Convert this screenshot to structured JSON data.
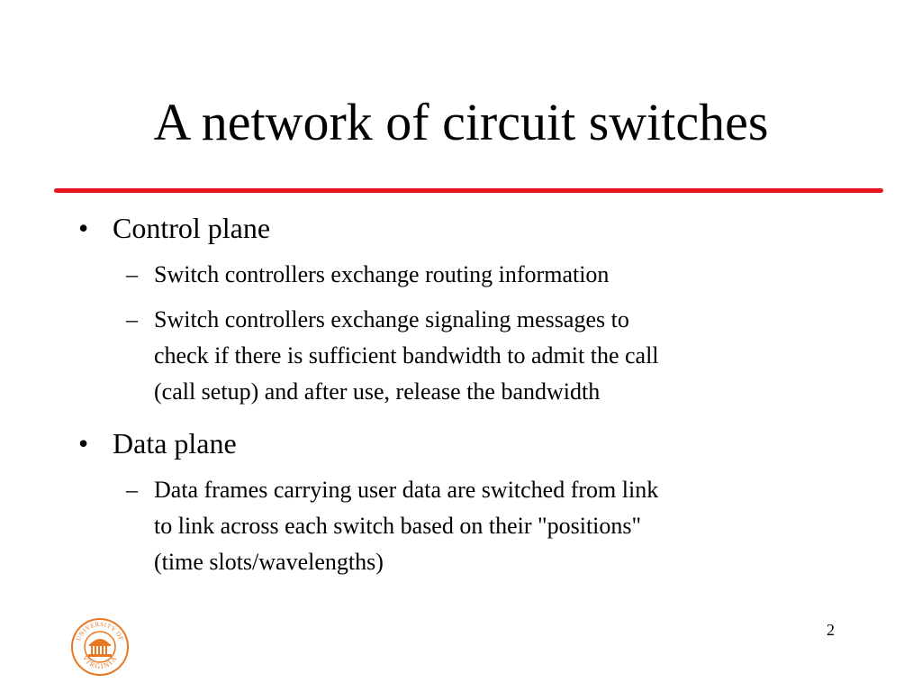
{
  "slide": {
    "title": "A network of circuit switches",
    "accent_color": "#e8141b",
    "bullets": [
      {
        "label": "Control plane",
        "subitems": [
          "Switch controllers exchange routing information",
          "Switch controllers exchange signaling messages to\ncheck if there is sufficient bandwidth to admit the call\n(call setup) and after use, release the bandwidth"
        ]
      },
      {
        "label": "Data plane",
        "subitems": [
          "Data frames carrying user data are switched from link\nto link across each switch based on their \"positions\"\n(time slots/wavelengths)"
        ]
      }
    ],
    "bullet_mark": "•",
    "dash_mark": "–",
    "page_number": "2",
    "logo": {
      "icon": "university-seal-icon",
      "color": "#e87722",
      "text_top": "UNIVERSITY OF",
      "text_bottom": "VIRGINIA"
    }
  }
}
